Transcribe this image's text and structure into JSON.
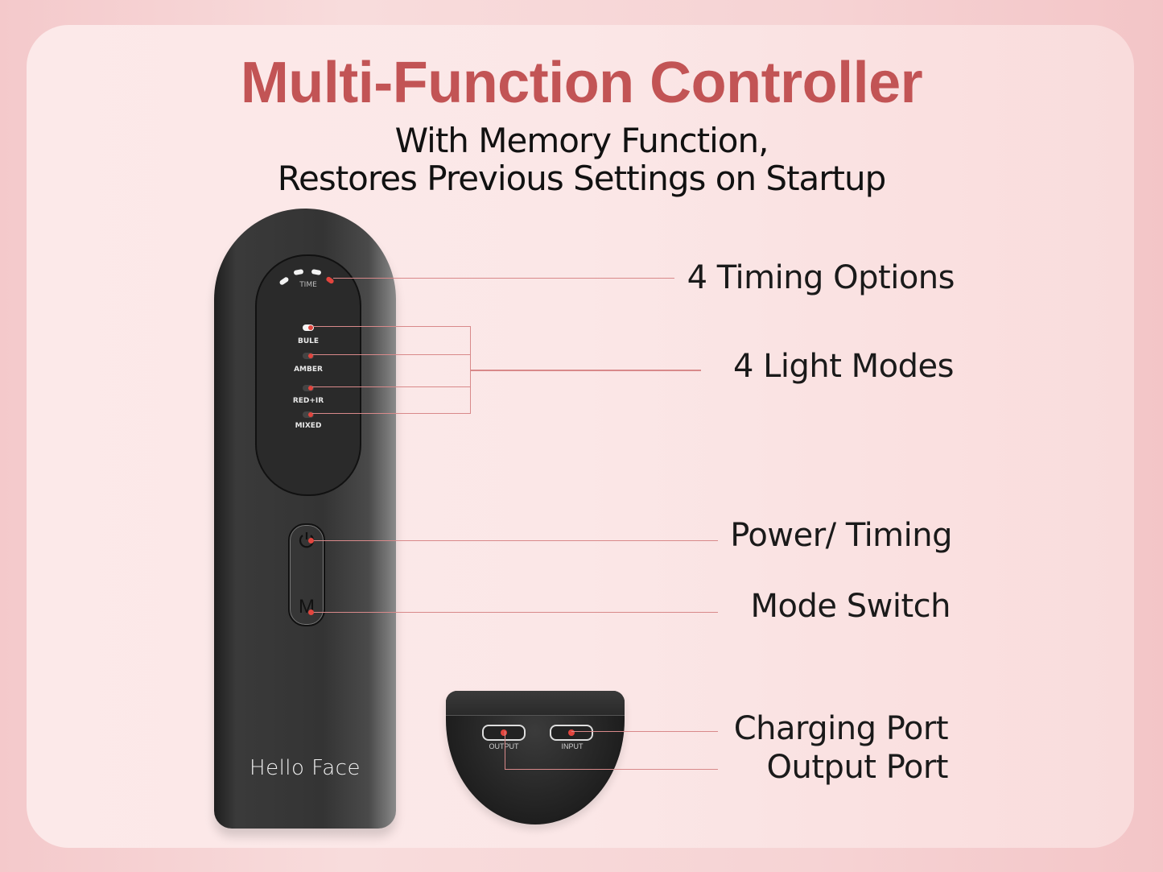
{
  "header": {
    "title": "Multi-Function Controller",
    "subtitle_line1": "With Memory Function,",
    "subtitle_line2": "Restores Previous Settings on Startup"
  },
  "colors": {
    "title": "#c25455",
    "callout_line": "#d8898a",
    "indicator_red": "#e2453e",
    "background_pink": "#fbe7e7"
  },
  "remote": {
    "time_label": "TIME",
    "modes": [
      "BULE",
      "AMBER",
      "RED+IR",
      "MIXED"
    ],
    "power_icon": "power-icon",
    "mode_button_label": "M",
    "brand": "Hello Face"
  },
  "hub": {
    "ports": [
      "OUTPUT",
      "INPUT"
    ]
  },
  "callouts": [
    {
      "label": "4 Timing Options"
    },
    {
      "label": "4 Light Modes"
    },
    {
      "label": "Power/ Timing"
    },
    {
      "label": "Mode Switch"
    },
    {
      "label": "Charging Port"
    },
    {
      "label": "Output Port"
    }
  ]
}
